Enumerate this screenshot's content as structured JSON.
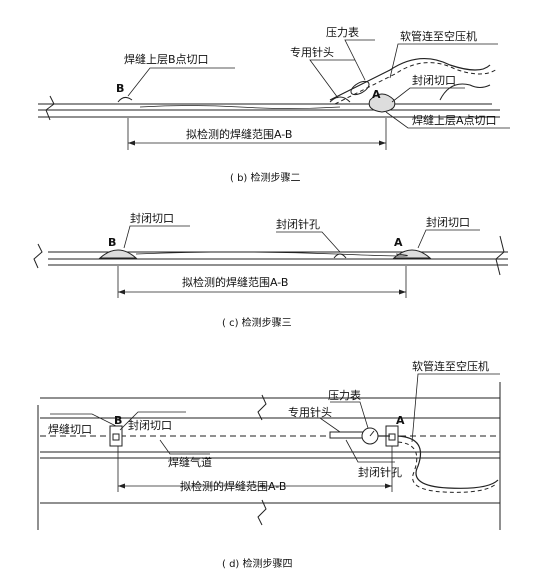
{
  "panel_b": {
    "caption": "( b) 检测步骤二",
    "label_pressure_gauge": "压力表",
    "label_hose": "软管连至空压机",
    "label_special_needle": "专用针头",
    "label_weld_b_cut": "焊缝上层B点切口",
    "label_seal_cut": "封闭切口",
    "label_weld_a_cut": "焊缝上层A点切口",
    "label_range": "拟检测的焊缝范围A-B",
    "point_a": "A",
    "point_b": "B"
  },
  "panel_c": {
    "caption": "( c) 检测步骤三",
    "label_seal_cut_left": "封闭切口",
    "label_seal_hole": "封闭针孔",
    "label_seal_cut_right": "封闭切口",
    "label_range": "拟检测的焊缝范围A-B",
    "point_a": "A",
    "point_b": "B"
  },
  "panel_d": {
    "caption": "( d) 检测步骤四",
    "label_hose": "软管连至空压机",
    "label_pressure_gauge": "压力表",
    "label_special_needle": "专用针头",
    "label_weld_cut": "焊缝切口",
    "label_seal_cut": "封闭切口",
    "label_air_channel": "焊缝气道",
    "label_seal_hole": "封闭针孔",
    "label_range": "拟检测的焊缝范围A-B",
    "point_a": "A",
    "point_b": "B"
  }
}
